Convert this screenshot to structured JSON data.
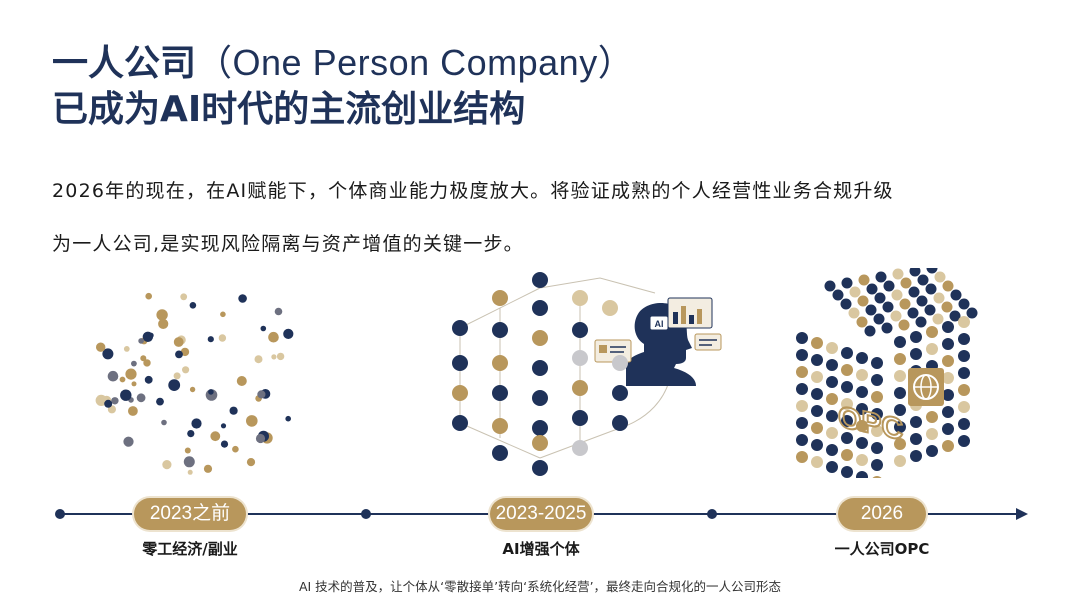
{
  "title": {
    "line1_cn": "一人公司",
    "line1_en": "（One Person Company）",
    "line2": "已成为AI时代的主流创业结构"
  },
  "intro": {
    "line1": "2026年的现在，在AI赋能下，个体商业能力极度放大。将验证成熟的个人经营性业务合规升级",
    "line2": "为一人公司,是实现风险隔离与资产增值的关键一步。"
  },
  "illustrations": {
    "right_cube_text": "OPC",
    "mid_badge_text": "AI"
  },
  "stages": [
    {
      "period": "2023之前",
      "label": "零工经济/副业"
    },
    {
      "period": "2023-2025",
      "label": "AI增强个体"
    },
    {
      "period": "2026",
      "label": "一人公司OPC"
    }
  ],
  "footer": "AI 技术的普及，让个体从‘零散接单’转向‘系统化经营’，最终走向合规化的一人公司形态",
  "colors": {
    "navy": "#1f3259",
    "gold": "#b8975c",
    "light_gold": "#d9c7a0",
    "grey": "#c8c8cc"
  }
}
